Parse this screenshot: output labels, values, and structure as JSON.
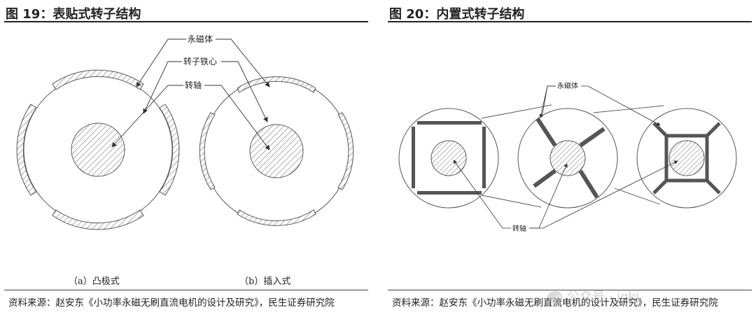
{
  "left": {
    "title": "图 19：表贴式转子结构",
    "labels": {
      "magnet": "永磁体",
      "core": "转子铁心",
      "shaft": "转轴"
    },
    "caption_a": "（a）凸极式",
    "caption_b": "（b）插入式",
    "source": "资料来源：赵安东《小功率永磁无刷直流电机的设计及研究》，民生证券研究院"
  },
  "right": {
    "title": "图 20：内置式转子结构",
    "labels": {
      "magnet": "永磁体",
      "shaft": "转轴"
    },
    "source": "资料来源：赵安东《小功率永磁无刷直流电机的设计及研究》，民生证券研究院"
  },
  "watermark": "公众号 · jqkj"
}
